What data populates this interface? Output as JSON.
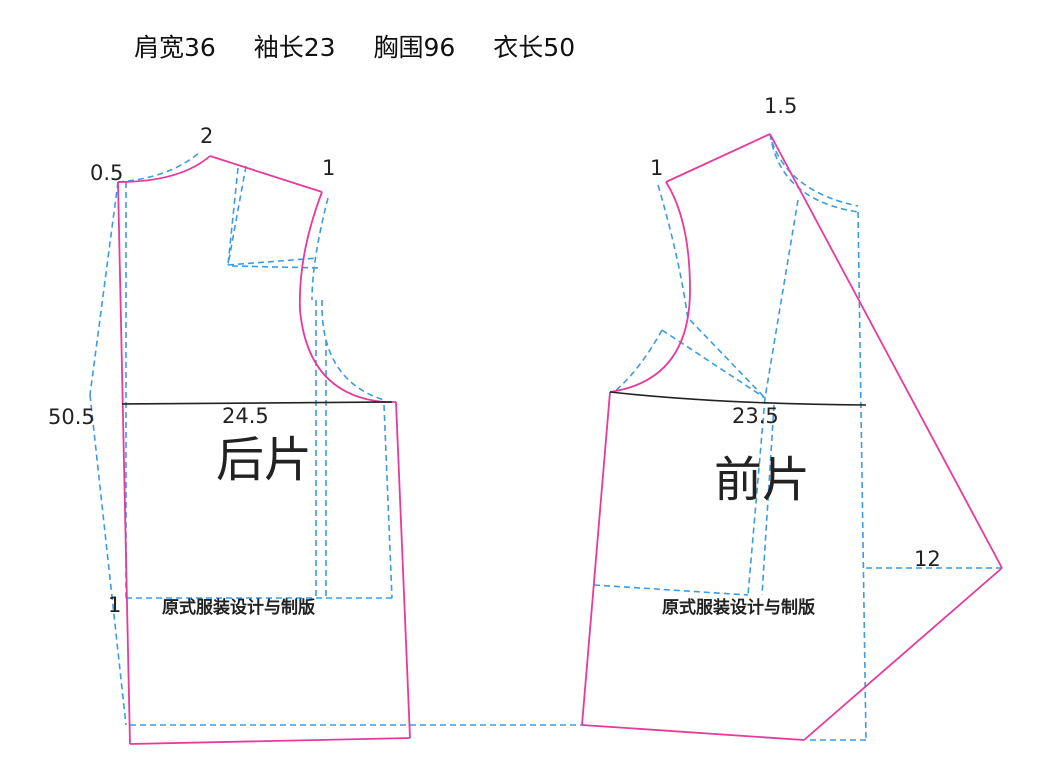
{
  "header": {
    "shoulder": "肩宽36",
    "sleeve": "袖长23",
    "bust": "胸围96",
    "length": "衣长50"
  },
  "back": {
    "title": "后片",
    "neck_drop": "2",
    "neck_width": "0.5",
    "shoulder_drop": "1",
    "length": "50.5",
    "chest_width": "24.5",
    "hem_mark": "1",
    "watermark": "原式服装设计与制版"
  },
  "front": {
    "title": "前片",
    "shoulder_drop": "1",
    "neck_raise": "1.5",
    "chest_width": "23.5",
    "hem_extension": "12",
    "watermark": "原式服装设计与制版"
  },
  "colors": {
    "pattern_line": "#e8399c",
    "guide_line": "#3b9be6",
    "chest_line": "#222222"
  }
}
